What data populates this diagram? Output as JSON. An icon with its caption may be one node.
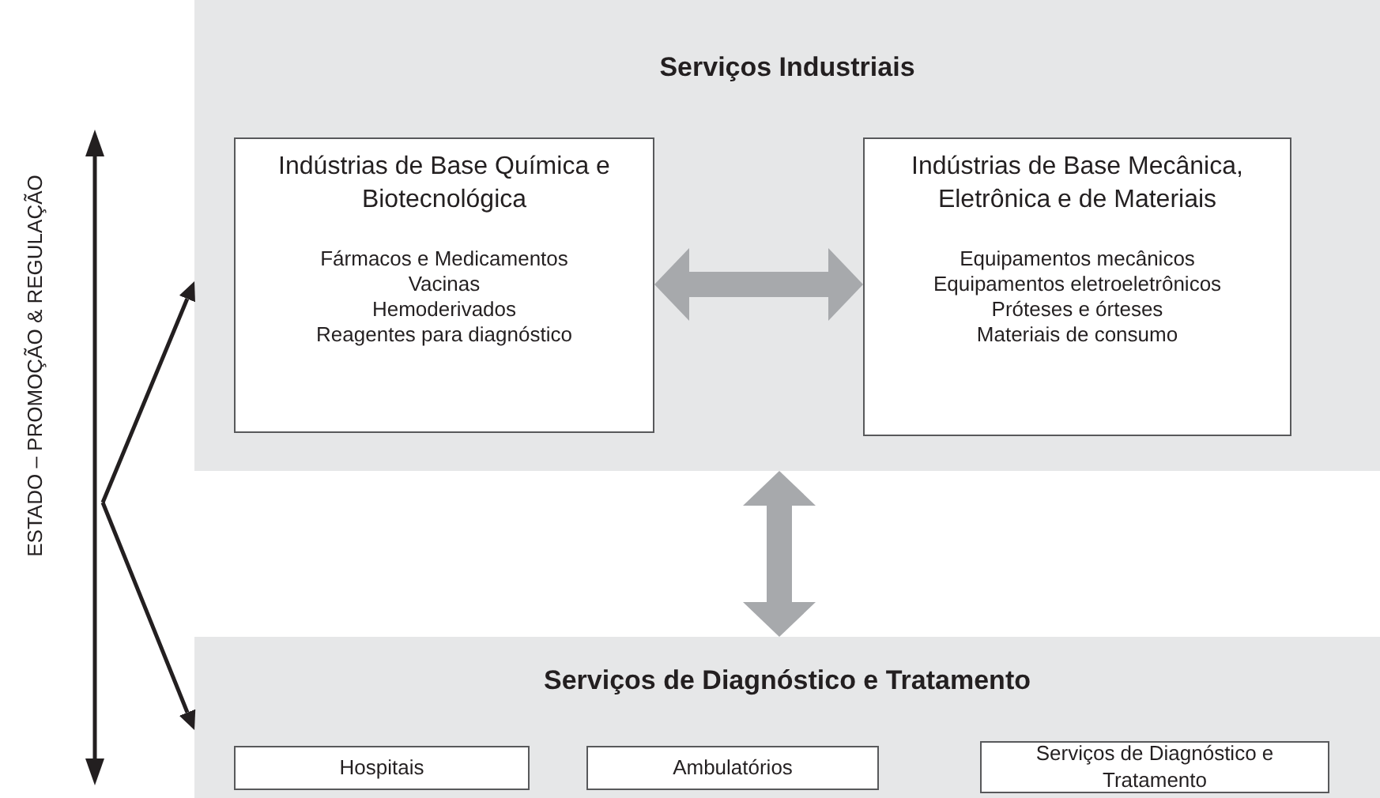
{
  "diagram": {
    "nodes": [
      {
        "text": [
          "Serviços Industriais"
        ]
      },
      {
        "text": [
          "Indústrias de Base Química e Biotecnológica",
          "Fármacos e Medicamentos",
          "Vacinas",
          "Hemoderivados",
          "Reagentes para diagnóstico"
        ],
        "in": 0
      },
      {
        "text": [
          "Indústrias de Base Mecânica, Eletrônica e de Materiais",
          "Equipamentos mecânicos",
          "Equipamentos eletroeletrônicos",
          "Próteses e órteses",
          "Materiais de consumo"
        ],
        "in": 0
      },
      {
        "text": [
          "Serviços de Diagnóstico e Tratamento"
        ]
      },
      {
        "text": [
          "Hospitais"
        ],
        "in": 3
      },
      {
        "text": [
          "Ambulatórios"
        ],
        "in": 3
      },
      {
        "text": [
          "Serviços de Diagnóstico e Tratamento"
        ],
        "in": 3
      }
    ],
    "edges": [
      {
        "from": 1,
        "to": 2,
        "arrow": "both",
        "style": "thick",
        "color": "#a7a9ac"
      },
      {
        "from": 0,
        "to": 3,
        "arrow": "both",
        "style": "thick",
        "color": "#a7a9ac"
      },
      {
        "from": null,
        "to": 0,
        "arrow": "to",
        "color": "#231f20"
      },
      {
        "from": null,
        "to": 3,
        "arrow": "to",
        "color": "#231f20"
      }
    ],
    "labels": [
      "ESTADO – PROMOÇÃO & REGULAÇÃO"
    ]
  }
}
